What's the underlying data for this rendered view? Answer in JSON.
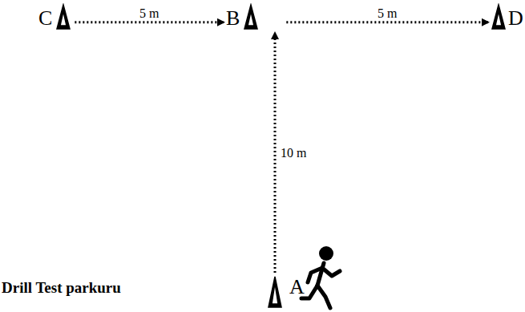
{
  "diagram": {
    "title": "Drill Test parkuru",
    "nodes": [
      {
        "text": [
          "C"
        ]
      },
      {
        "text": [
          "B"
        ]
      },
      {
        "text": [
          "D"
        ]
      },
      {
        "text": [
          "A"
        ]
      }
    ],
    "edges": [
      {
        "from": 0,
        "to": 1,
        "label": "5 m",
        "arrow": "to"
      },
      {
        "from": 1,
        "to": 2,
        "label": "5 m",
        "arrow": "to"
      },
      {
        "from": 3,
        "to": 1,
        "label": "10 m",
        "arrow": "to"
      }
    ]
  }
}
